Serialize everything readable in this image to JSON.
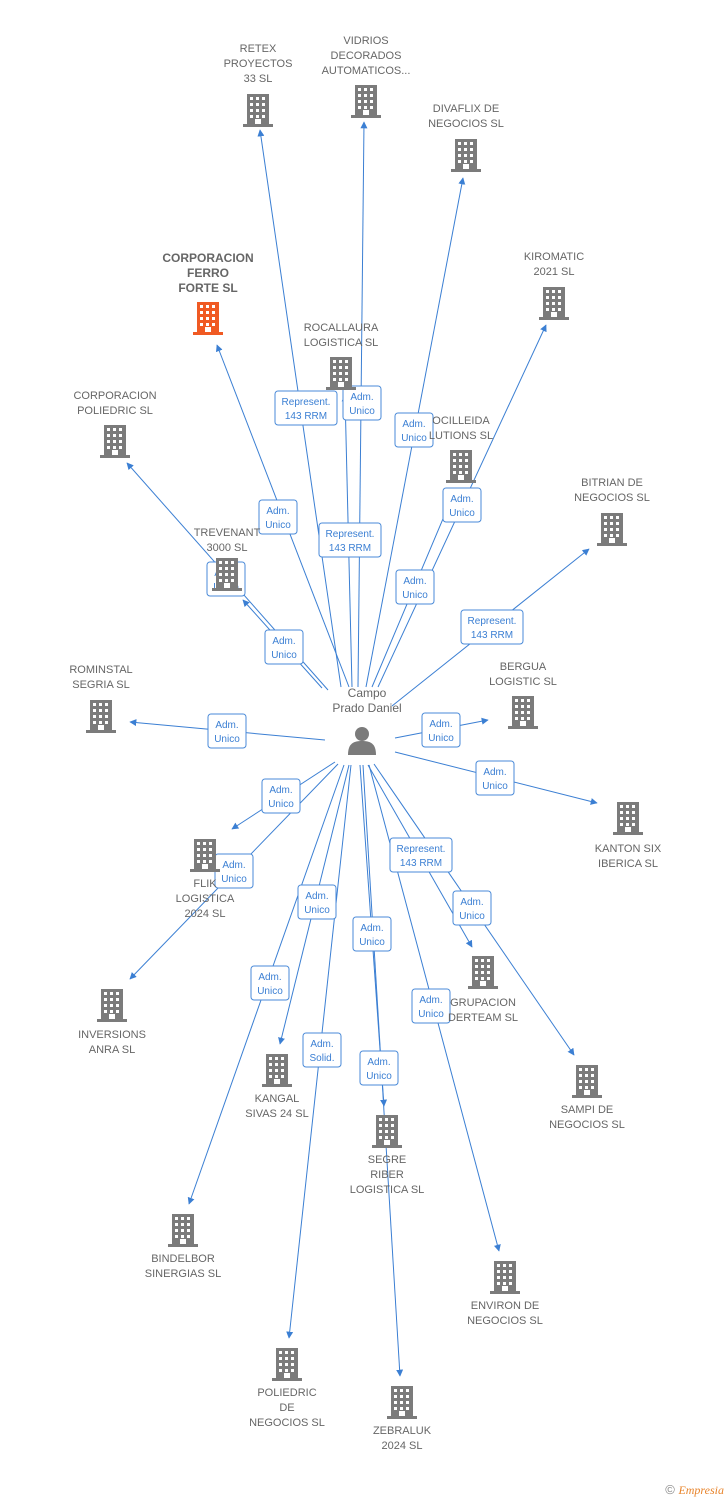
{
  "colors": {
    "edge": "#3b7fd3",
    "building": "#7b7b7b",
    "highlight": "#f05a23",
    "person": "#7b7b7b"
  },
  "center": {
    "name": "Campo\nPrado Daniel"
  },
  "nodes": [
    {
      "id": "retex",
      "label": "RETEX\nPROYECTOS\n33  SL"
    },
    {
      "id": "vidrios",
      "label": "VIDRIOS\nDECORADOS\nAUTOMATICOS..."
    },
    {
      "id": "divaflix",
      "label": "DIVAFLIX DE\nNEGOCIOS  SL"
    },
    {
      "id": "corp_ferro",
      "label": "CORPORACION\nFERRO\nFORTE  SL",
      "highlight": true
    },
    {
      "id": "kiromatic",
      "label": "KIROMATIC\n2021  SL"
    },
    {
      "id": "rocallaura",
      "label": "ROCALLAURA\nLOGISTICA  SL"
    },
    {
      "id": "corp_poliedric",
      "label": "CORPORACION\nPOLIEDRIC SL"
    },
    {
      "id": "ocilleida",
      "label": "OCILLEIDA\nLUTIONS SL"
    },
    {
      "id": "bitrian",
      "label": "BITRIAN DE\nNEGOCIOS  SL"
    },
    {
      "id": "trevenant",
      "label": "TREVENANT\n3000  SL"
    },
    {
      "id": "rominstal",
      "label": "ROMINSTAL\nSEGRIA  SL"
    },
    {
      "id": "bergua",
      "label": "BERGUA\nLOGISTIC  SL"
    },
    {
      "id": "kanton",
      "label": "KANTON SIX\nIBERICA  SL"
    },
    {
      "id": "flik",
      "label": "FLIK\nLOGISTICA\n2024  SL"
    },
    {
      "id": "inversions",
      "label": "INVERSIONS\nANRA  SL"
    },
    {
      "id": "grupacion",
      "label": "GRUPACION\nDERTEAM  SL"
    },
    {
      "id": "kangal",
      "label": "KANGAL\nSIVAS 24  SL"
    },
    {
      "id": "sampi",
      "label": "SAMPI DE\nNEGOCIOS  SL"
    },
    {
      "id": "segre",
      "label": "SEGRE\nRIBER\nLOGISTICA  SL"
    },
    {
      "id": "bindelbor",
      "label": "BINDELBOR\nSINERGIAS  SL"
    },
    {
      "id": "environ",
      "label": "ENVIRON DE\nNEGOCIOS  SL"
    },
    {
      "id": "poliedric",
      "label": "POLIEDRIC\nDE\nNEGOCIOS SL"
    },
    {
      "id": "zebraluk",
      "label": "ZEBRALUK\n2024  SL"
    }
  ],
  "edges": [
    {
      "to": "retex",
      "label": "Represent.\n143 RRM"
    },
    {
      "to": "vidrios",
      "label": "Adm.\nUnico"
    },
    {
      "to": "divaflix",
      "label": "Adm.\nUnico"
    },
    {
      "to": "corp_ferro",
      "label": "Adm.\nUnico"
    },
    {
      "to": "rocallaura",
      "label": "Represent.\n143 RRM"
    },
    {
      "to": "kiromatic",
      "label": "Adm.\nUnico"
    },
    {
      "to": "ocilleida",
      "label": "Adm.\nUnico"
    },
    {
      "to": "corp_poliedric",
      "label": "Adm.\nUnico"
    },
    {
      "to": "trevenant",
      "label": "Adm.\nUnico"
    },
    {
      "to": "bitrian",
      "label": "Represent.\n143 RRM"
    },
    {
      "to": "rominstal",
      "label": "Adm.\nUnico"
    },
    {
      "to": "bergua",
      "label": "Adm.\nUnico"
    },
    {
      "to": "kanton",
      "label": "Adm.\nUnico"
    },
    {
      "to": "flik",
      "label": "Adm.\nUnico"
    },
    {
      "to": "inversions",
      "label": "Adm.\nUnico"
    },
    {
      "to": "grupacion",
      "label": "Represent.\n143 RRM"
    },
    {
      "to": "kangal",
      "label": "Adm.\nUnico"
    },
    {
      "to": "sampi",
      "label": "Adm.\nUnico"
    },
    {
      "to": "segre",
      "label": "Adm.\nUnico"
    },
    {
      "to": "bindelbor",
      "label": "Adm.\nUnico"
    },
    {
      "to": "environ",
      "label": "Adm.\nUnico"
    },
    {
      "to": "poliedric",
      "label": "Adm.\nSolid."
    },
    {
      "to": "zebraluk",
      "label": "Adm.\nUnico"
    }
  ],
  "footer": {
    "copyright": "©",
    "brand": "Empresia"
  }
}
